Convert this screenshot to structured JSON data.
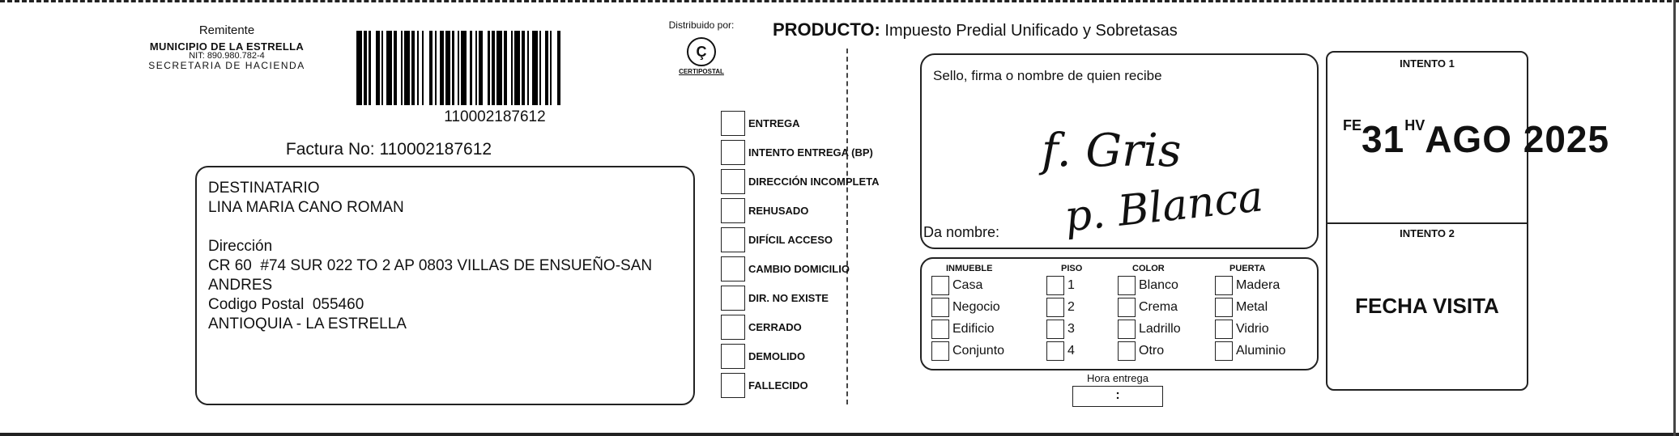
{
  "sender": {
    "label": "Remitente",
    "name": "MUNICIPIO DE LA ESTRELLA",
    "nit": "NIT: 890.980.782-4",
    "dept": "SECRETARIA DE HACIENDA"
  },
  "barcode_number": "110002187612",
  "factura": "Factura No: 110002187612",
  "recipient": {
    "heading": "DESTINATARIO",
    "name": "LINA MARIA CANO ROMAN",
    "address_label": "Dirección",
    "address_line1": "CR 60  #74 SUR 022 TO 2 AP 0803 VILLAS DE ENSUEÑO-SAN",
    "address_line2": "ANDRES",
    "postal": "Codigo Postal  055460",
    "city": "ANTIOQUIA - LA ESTRELLA"
  },
  "distributor": {
    "label": "Distribuido por:",
    "name": "CERTIPOSTAL"
  },
  "product": {
    "label": "PRODUCTO:",
    "value": "Impuesto Predial Unificado y Sobretasas"
  },
  "statuses": [
    "ENTREGA",
    "INTENTO ENTREGA (BP)",
    "DIRECCIÓN INCOMPLETA",
    "REHUSADO",
    "DIFÍCIL ACCESO",
    "CAMBIO DOMICILIO",
    "DIR. NO EXISTE",
    "CERRADO",
    "DEMOLIDO",
    "FALLECIDO"
  ],
  "receipt": {
    "heading": "Sello, firma o nombre de quien recibe",
    "footer": "Da nombre:",
    "signature_line1": "f. Gris",
    "signature_line2": "p. Blanca"
  },
  "characteristics": {
    "inmueble": {
      "heading": "INMUEBLE",
      "options": [
        "Casa",
        "Negocio",
        "Edificio",
        "Conjunto"
      ]
    },
    "piso": {
      "heading": "PISO",
      "options": [
        "1",
        "2",
        "3",
        "4"
      ]
    },
    "color": {
      "heading": "COLOR",
      "options": [
        "Blanco",
        "Crema",
        "Ladrillo",
        "Otro"
      ]
    },
    "puerta": {
      "heading": "PUERTA",
      "options": [
        "Madera",
        "Metal",
        "Vidrio",
        "Aluminio"
      ]
    }
  },
  "hora_entrega": {
    "label": "Hora entrega",
    "value": ":"
  },
  "intento1": {
    "heading": "INTENTO 1",
    "stamp_prefix": "FE",
    "stamp_day": "31",
    "stamp_mid": "H",
    "stamp_small": "V",
    "stamp_date": "AGO 2025"
  },
  "intento2": {
    "heading": "INTENTO 2",
    "fecha_visita": "FECHA VISITA"
  }
}
